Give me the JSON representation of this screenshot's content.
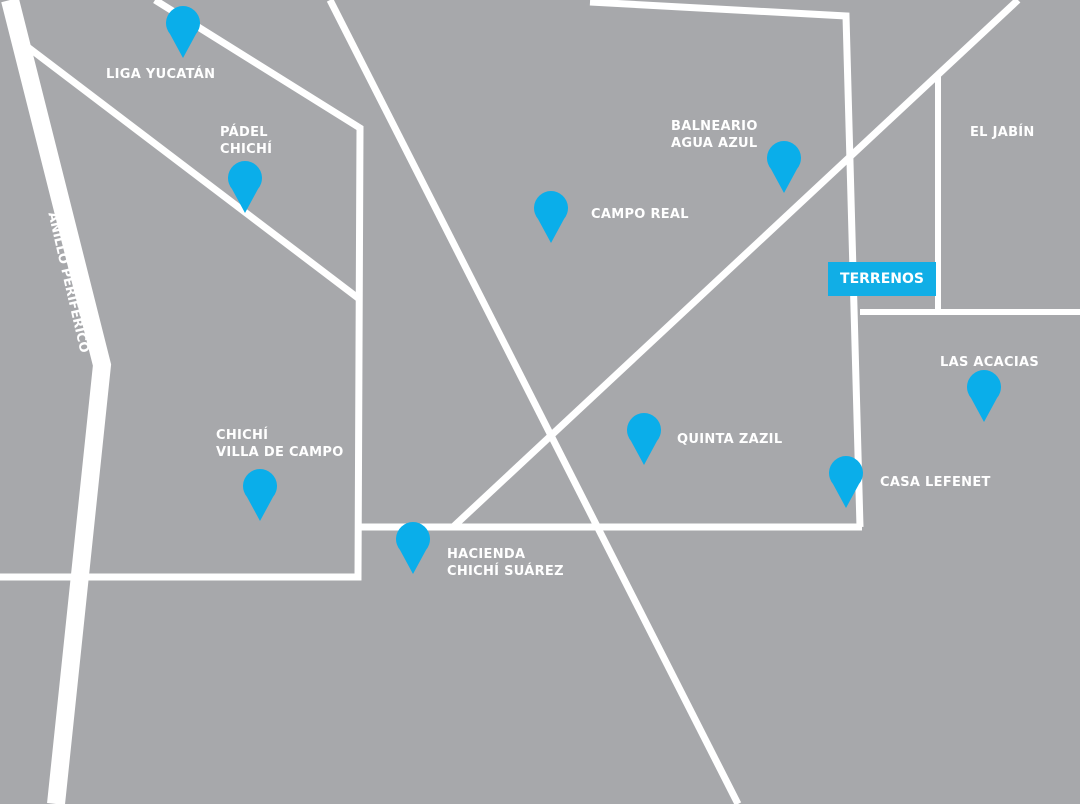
{
  "map": {
    "colors": {
      "background": "#a7a8ab",
      "road": "#ffffff",
      "pin": "#0aaeea",
      "highlight": "#11aee6"
    },
    "highlight_label": "TERRENOS",
    "road_labels": {
      "periferico": "ANILLO PERIFÉRICO"
    },
    "places": [
      {
        "id": "liga",
        "line1": "LIGA YUCATÁN",
        "line2": ""
      },
      {
        "id": "padel",
        "line1": "PÁDEL",
        "line2": "CHICHÍ"
      },
      {
        "id": "campo",
        "line1": "CAMPO REAL",
        "line2": ""
      },
      {
        "id": "balneario",
        "line1": "BALNEARIO",
        "line2": "AGUA AZUL"
      },
      {
        "id": "jabin",
        "line1": "EL JABÍN",
        "line2": ""
      },
      {
        "id": "acacias",
        "line1": "LAS ACACIAS",
        "line2": ""
      },
      {
        "id": "villa",
        "line1": "CHICHÍ",
        "line2": "VILLA DE CAMPO"
      },
      {
        "id": "quinta",
        "line1": "QUINTA ZAZIL",
        "line2": ""
      },
      {
        "id": "lefenet",
        "line1": "CASA LEFENET",
        "line2": ""
      },
      {
        "id": "hacienda",
        "line1": "HACIENDA",
        "line2": "CHICHÍ SUÁREZ"
      }
    ]
  }
}
